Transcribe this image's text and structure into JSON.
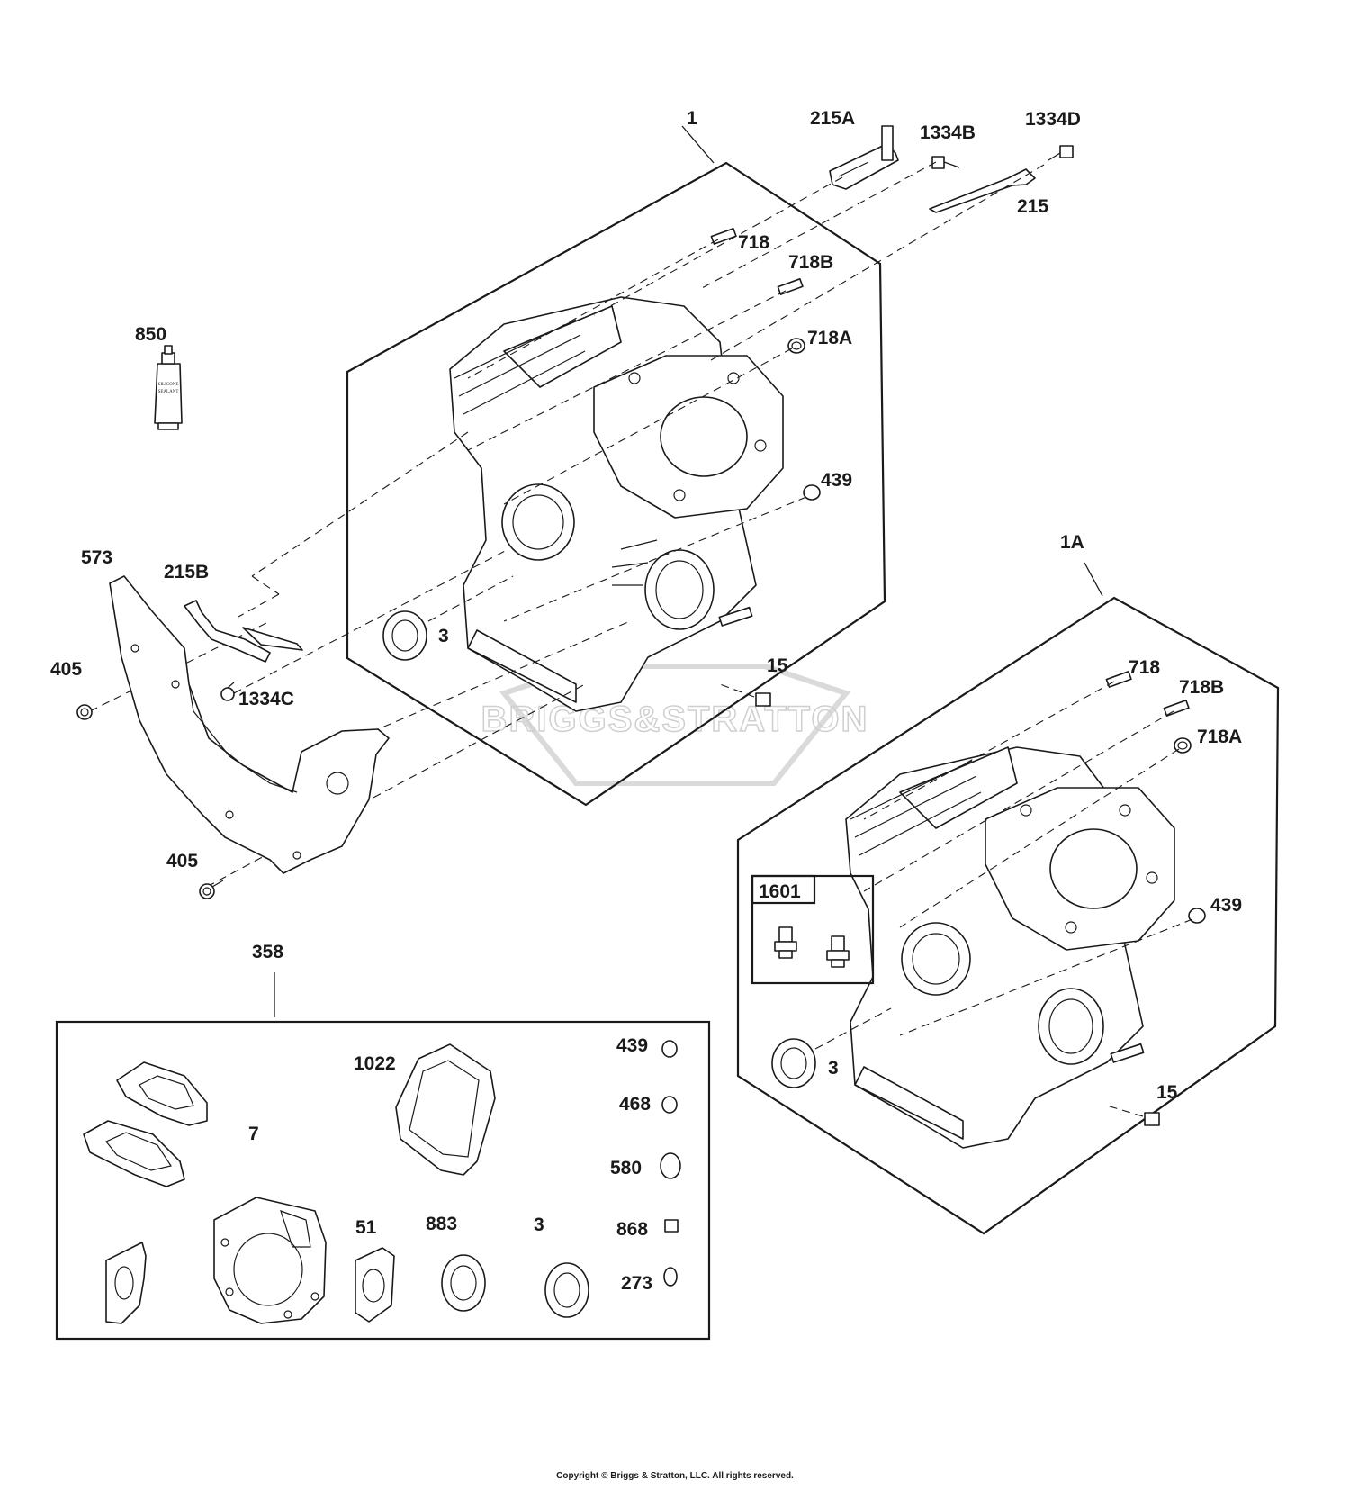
{
  "watermark": {
    "brand": "BRIGGS&STRATTON"
  },
  "tube": {
    "line1": "SILICONE",
    "line2": "SEALANT"
  },
  "copyright": "Copyright © Briggs & Stratton, LLC. All rights reserved.",
  "labels": {
    "p1": "1",
    "p215a": "215A",
    "p1334b": "1334B",
    "p1334d": "1334D",
    "p215": "215",
    "p718": "718",
    "p718b": "718B",
    "p718a": "718A",
    "p439": "439",
    "p850": "850",
    "p573": "573",
    "p215b": "215B",
    "p405_top": "405",
    "p1334c": "1334C",
    "p3": "3",
    "p15": "15",
    "p405_bottom": "405",
    "p1a": "1A",
    "p718_1a": "718",
    "p718b_1a": "718B",
    "p718a_1a": "718A",
    "p439_1a": "439",
    "p1601": "1601",
    "p3_1a": "3",
    "p15_1a": "15",
    "p358": "358",
    "p1022": "1022",
    "p7": "7",
    "p51": "51",
    "p883": "883",
    "p3_kit": "3",
    "p439_kit": "439",
    "p468_kit": "468",
    "p580_kit": "580",
    "p868_kit": "868",
    "p273_kit": "273"
  }
}
